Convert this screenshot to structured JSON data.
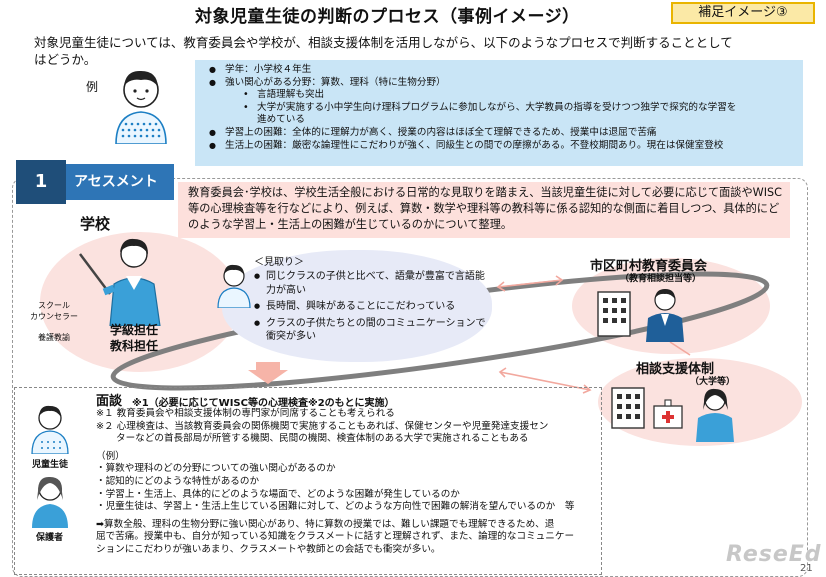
{
  "header": {
    "title": "対象児童生徒の判断のプロセス（事例イメージ）",
    "badge": "補足イメージ③"
  },
  "intro": {
    "line1": "対象児童生徒については、教育委員会や学校が、相談支援体制を活用しながら、以下のようなプロセスで判断することとして",
    "line2": "はどうか。"
  },
  "example": {
    "label": "例",
    "items": [
      "学年：小学校４年生",
      "強い関心がある分野：算数、理科（特に生物分野）",
      "言語理解も突出",
      "大学が実施する小中学生向け理科プログラムに参加しながら、大学教員の指導を受けつつ独学で探究的な学習を",
      "進めている",
      "学習上の困難：全体的に理解力が高く、授業の内容はほぼ全て理解できるため、授業中は退屈で苦痛",
      "生活上の困難：厳密な論理性にこだわりが強く、同級生との間での摩擦がある。不登校期間あり。現在は保健室登校"
    ]
  },
  "assessment": {
    "number": "1",
    "label": "アセスメント",
    "text": "教育委員会･学校は、学校生活全般における日常的な見取りを踏まえ、当該児童生徒に対して必要に応じて面談やWISC等の心理検査等を行などにより、例えば、算数・数学や理科等の教科等に係る認知的な側面に着目しつつ、具体的にどのような学習上・生活上の困難が生じているのかについて整理。",
    "school": {
      "label": "学校",
      "counselor1": "スクール",
      "counselor2": "カウンセラー",
      "nurse": "養護教諭",
      "teacher1": "学級担任",
      "teacher2": "教科担任"
    },
    "observation": {
      "heading": "＜見取り＞",
      "items": [
        "同じクラスの子供と比べて、語彙が豊富で言語能力が高い",
        "長時間、興味があることにこだわっている",
        "クラスの子供たちとの間のコミュニケーションで衝突が多い"
      ]
    },
    "board": {
      "title": "市区町村教育委員会",
      "sub": "（教育相談担当等）"
    },
    "support": {
      "title": "相談支援体制",
      "sub": "（大学等）"
    }
  },
  "interview": {
    "title": "面談",
    "note": "※1（必要に応じてWISC等の心理検査※2のもとに実施）",
    "n1": "※１ 教育委員会や相談支援体制の専門家が同席することも考えられる",
    "n2a": "※２ 心理検査は、当該教育委員会の関係機関で実施することもあれば、保健センターや児童発達支援セン",
    "n2b": "ターなどの首長部局が所管する機関、民間の機関、検査体制のある大学で実施されることもある",
    "ex": "（例）",
    "q1": "・算数や理科のどの分野についての強い関心があるのか",
    "q2": "・認知的にどのような特性があるのか",
    "q3": "・学習上・生活上、具体的にどのような場面で、どのような困難が発生しているのか",
    "q4": "・児童生徒は、学習上・生活上生じている困難に対して、どのような方向性で困難の解消を望んでいるのか　等",
    "r1": "➡算数全般、理科の生物分野に強い関心があり、特に算数の授業では、難しい課題でも理解できるため、退",
    "r2": "屈で苦痛。授業中も、自分が知っている知識をクラスメートに話すと理解されず、また、論理的なコミュニケー",
    "r3": "ションにこだわりが強いあまり、クラスメートや教師との会話でも衝突が多い。",
    "student": "児童生徒",
    "guardian": "保護者"
  },
  "footer": {
    "logo": "ReseEd",
    "page": "21"
  },
  "colors": {
    "navy": "#1f4e79",
    "blue": "#2e75b6",
    "light_blue": "#c9e5f6",
    "pink": "#fde0dc",
    "badge_yellow": "#fbe9a6"
  }
}
